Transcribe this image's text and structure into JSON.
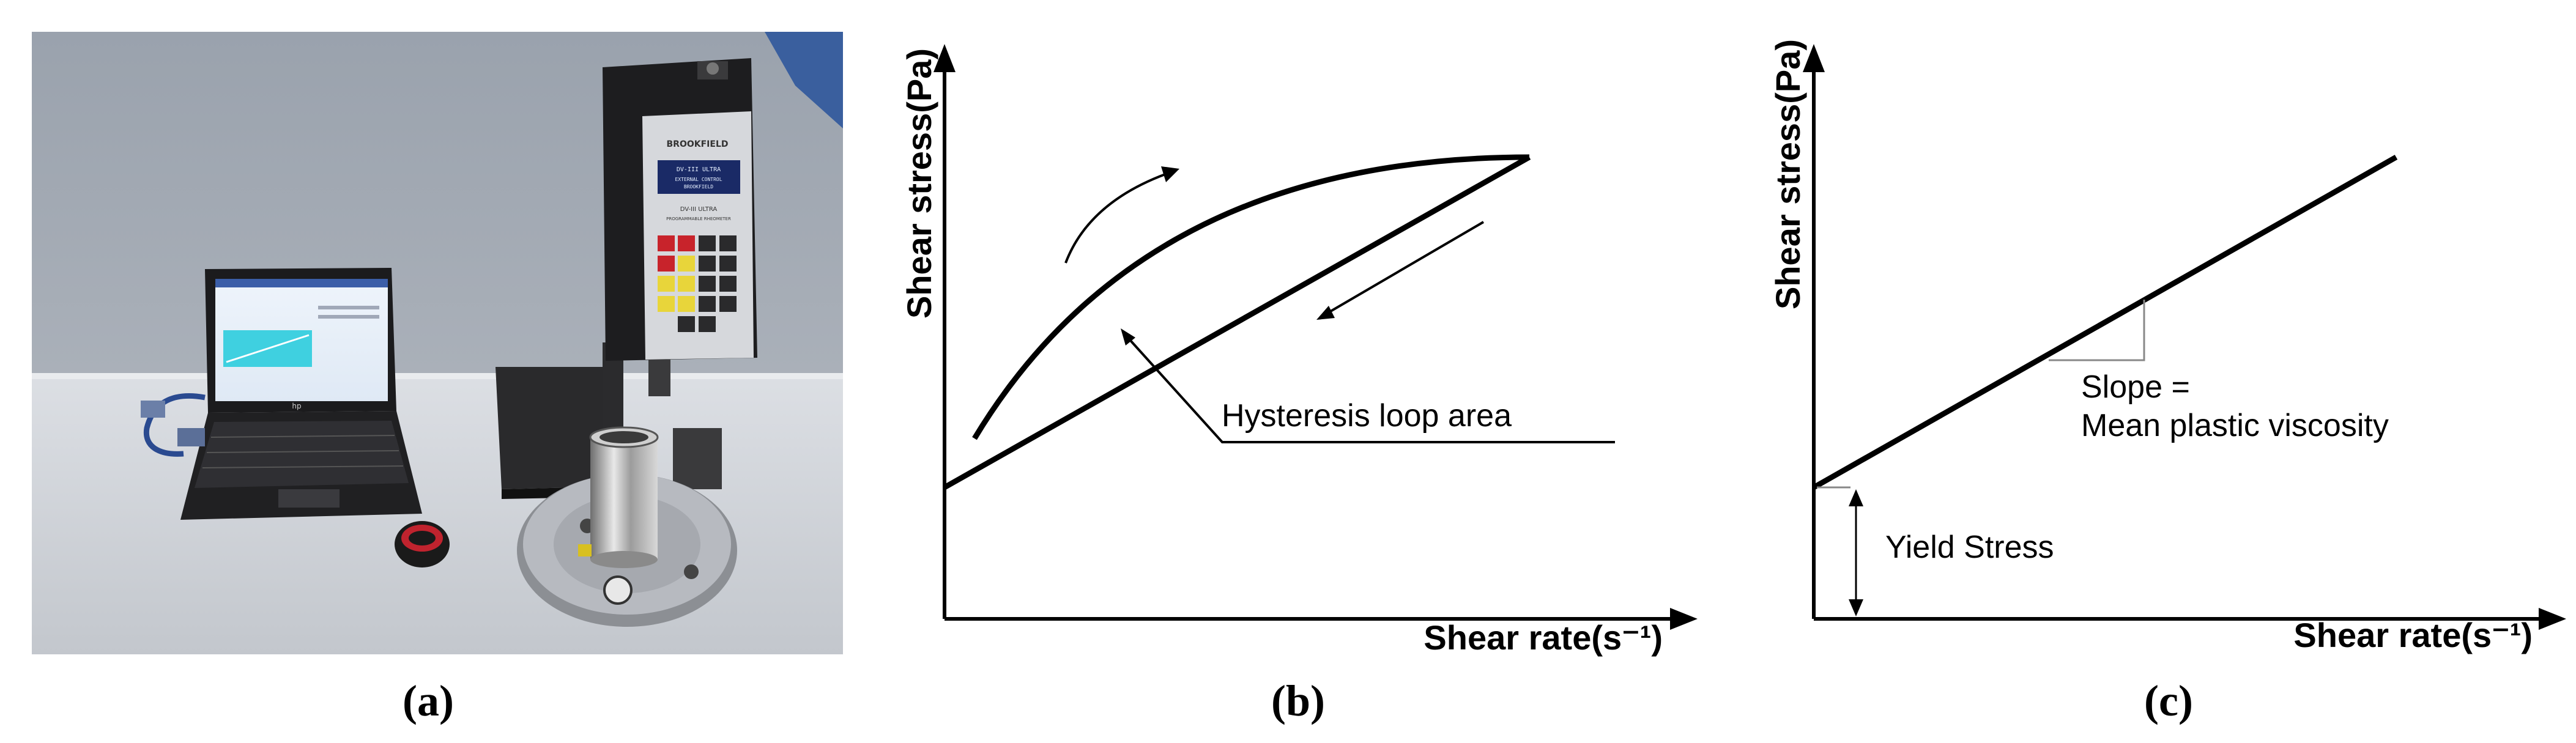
{
  "panel_a": {
    "caption": "(a)",
    "device_brand": "BROOKFIELD",
    "display_line1": "DV-III ULTRA",
    "display_line2": "EXTERNAL CONTROL",
    "display_line3": "BROOKFIELD",
    "model_text": "DV-III ULTRA",
    "model_subtext": "PROGRAMMABLE RHEOMETER",
    "laptop_brand": "hp"
  },
  "panel_b": {
    "caption": "(b)",
    "y_axis_label": "Shear stress(Pa)",
    "x_axis_label": "Shear rate(s⁻¹)",
    "annotation": "Hysteresis loop area"
  },
  "panel_c": {
    "caption": "(c)",
    "y_axis_label": "Shear stress(Pa)",
    "x_axis_label": "Shear rate(s⁻¹)",
    "slope_line1": "Slope =",
    "slope_line2": "Mean plastic viscosity",
    "yield_label": "Yield Stress"
  }
}
